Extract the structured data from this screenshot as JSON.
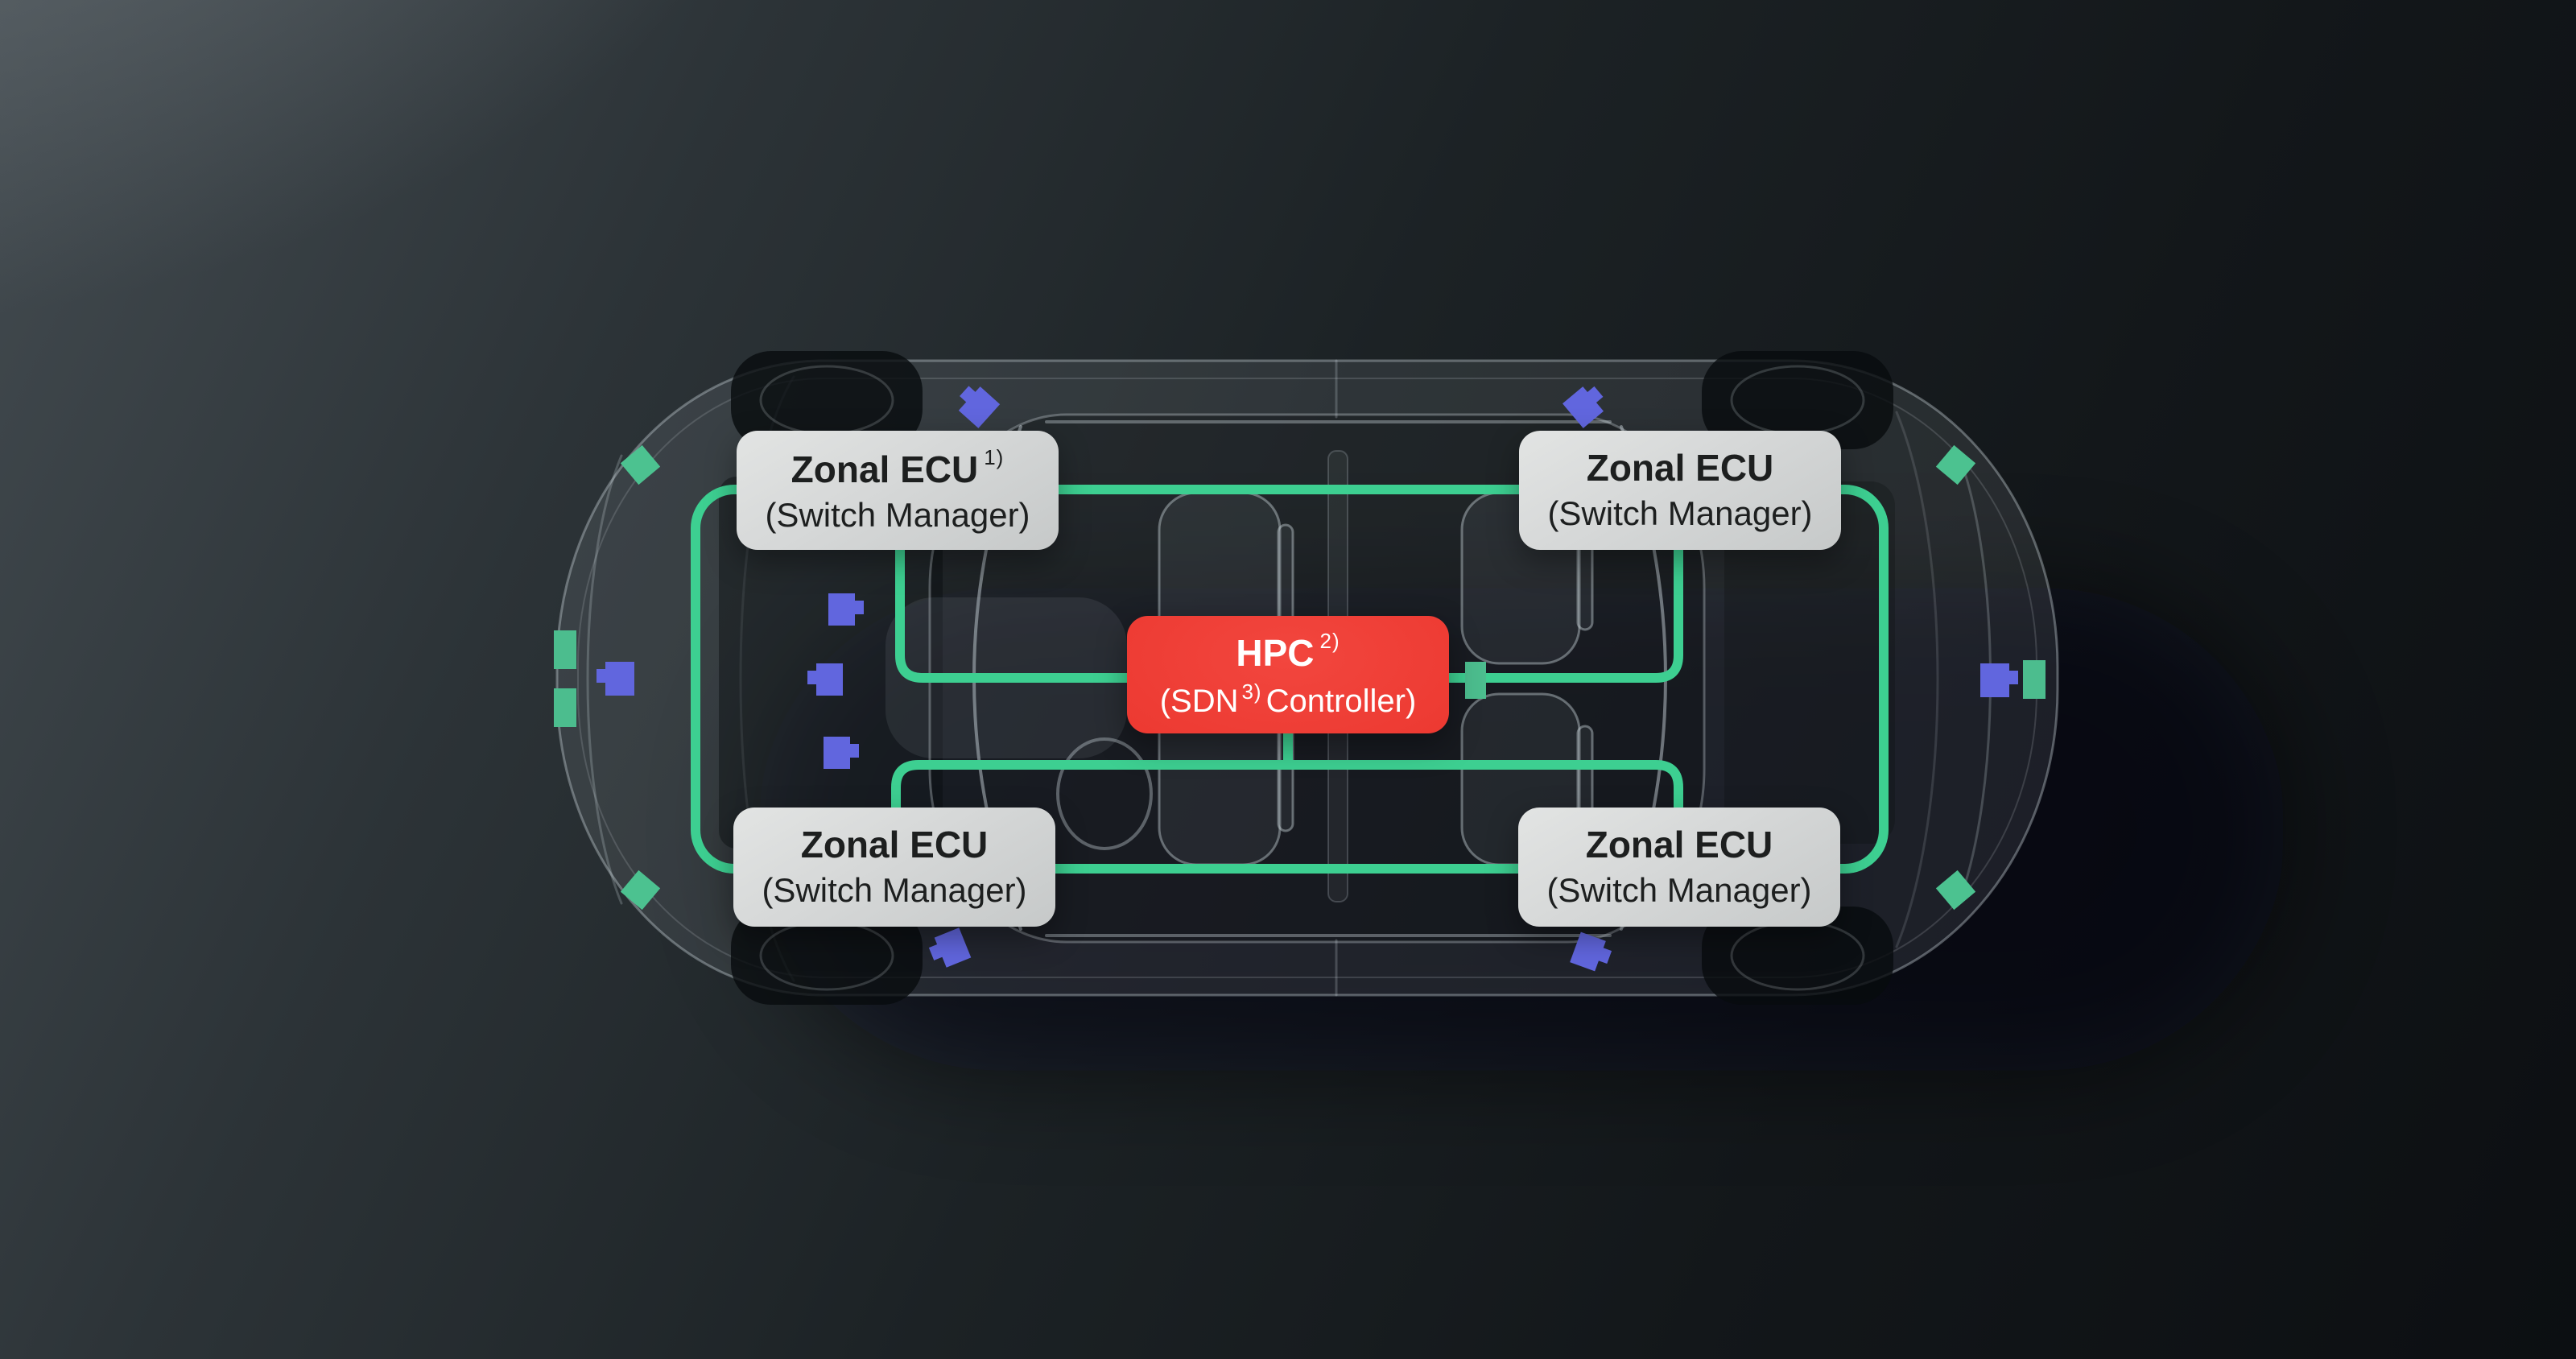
{
  "diagram": {
    "description": "Vehicle zonal network architecture over x-ray top view of a car",
    "colors": {
      "network_line": "#3dcf91",
      "node_green": "#4cbd8e",
      "connector_purple": "#6166de",
      "hpc_red": "#ee3a33",
      "label_bg": "#d6d8d8",
      "label_text": "#1d1f1f",
      "hpc_text": "#ffffff",
      "background_dark": "#0c0f12"
    },
    "icons": {
      "hpc_link_node": "green-square",
      "edge_node": "green-rect",
      "corner_sensor": "green-diamond",
      "device_connector": "purple-plug"
    }
  },
  "nodes": {
    "zonal_top_left": {
      "title": "Zonal ECU",
      "footnote": "1)",
      "subtitle": "(Switch Manager)"
    },
    "zonal_top_right": {
      "title": "Zonal ECU",
      "subtitle": "(Switch Manager)"
    },
    "zonal_bottom_left": {
      "title": "Zonal ECU",
      "subtitle": "(Switch Manager)"
    },
    "zonal_bottom_right": {
      "title": "Zonal ECU",
      "subtitle": "(Switch Manager)"
    },
    "hpc": {
      "title": "HPC",
      "footnote": "2)",
      "subtitle_open": "(SDN",
      "subtitle_footnote": "3)",
      "subtitle_rest": "Controller)"
    }
  }
}
